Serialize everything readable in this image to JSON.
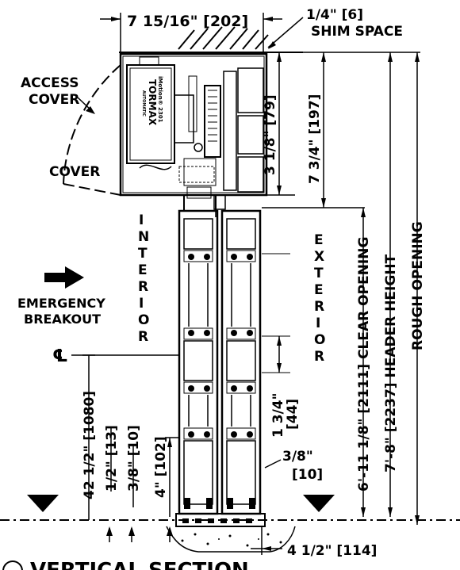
{
  "labels": {
    "top_width": "7 15/16\" [202]",
    "shim_dim": "1/4\" [6]",
    "shim_text": "SHIM SPACE",
    "access_1": "ACCESS",
    "access_2": "COVER",
    "cover_1": "COVER",
    "emergency_1": "EMERGENCY",
    "emergency_2": "BREAKOUT",
    "centerline": "℄",
    "brand": "TORMAX",
    "brand_sub": "AUTOMATIC",
    "model": "iMotion® 2301",
    "interior": "INTERIOR",
    "exterior": "EXTERIOR",
    "dim_79": "3 1/8\" [79]",
    "dim_197": "7 3/4\" [197]",
    "dim_clear": "6'-11 1/8\" [2111] CLEAR OPENING",
    "dim_header": "7'-8\" [2237] HEADER HEIGHT",
    "dim_rough": "ROUGH OPENING",
    "dim_44a": "1 3/4\"",
    "dim_44b": "[44]",
    "dim_1080": "42 1/2\" [1080]",
    "dim_13": "1/2\" [13]",
    "dim_10_left": "3/8\" [10]",
    "dim_102": "4\" [102]",
    "dim_10_right_a": "3/8\"",
    "dim_10_right_b": "[10]",
    "dim_114": "4 1/2\" [114]",
    "section_title": "VERTICAL SECTION"
  },
  "colors": {
    "ink": "#000000",
    "paper": "#ffffff"
  }
}
